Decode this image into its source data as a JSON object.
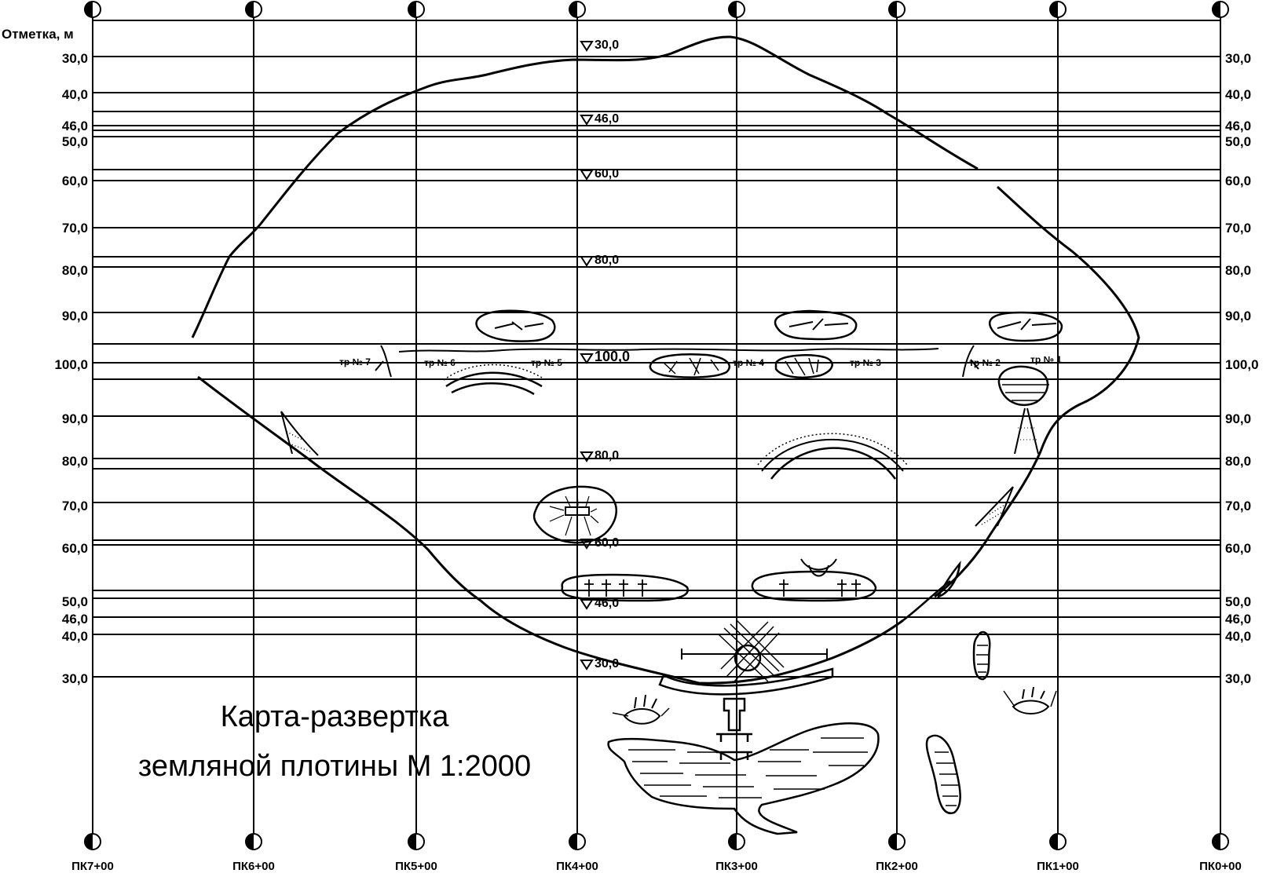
{
  "title": {
    "line1": "Карта-развертка",
    "line2": "земляной плотины М 1:2000"
  },
  "axis_caption": "Отметка, м",
  "pickets": [
    "ПК7+00",
    "ПК6+00",
    "ПК5+00",
    "ПК4+00",
    "ПК3+00",
    "ПК2+00",
    "ПК1+00",
    "ПК0+00"
  ],
  "elevation_rows": [
    {
      "label": "30,0"
    },
    {
      "label": "40,0"
    },
    {
      "label": "46,0"
    },
    {
      "label": "50,0"
    },
    {
      "label": "60,0"
    },
    {
      "label": "70,0"
    },
    {
      "label": "80,0"
    },
    {
      "label": "90,0"
    },
    {
      "label": "100,0"
    },
    {
      "label": "90,0"
    },
    {
      "label": "80,0"
    },
    {
      "label": "70,0"
    },
    {
      "label": "60,0"
    },
    {
      "label": "50,0"
    },
    {
      "label": "46,0"
    },
    {
      "label": "40,0"
    },
    {
      "label": "30,0"
    }
  ],
  "level_marks": [
    "30,0",
    "46,0",
    "60,0",
    "80,0",
    "100,0",
    "80,0",
    "60,0",
    "46,0",
    "30,0"
  ],
  "pits": [
    "тр № 7",
    "тр № 6",
    "тр № 5",
    "тр № 4",
    "тр № 3",
    "тр № 2",
    "тр № 1"
  ]
}
